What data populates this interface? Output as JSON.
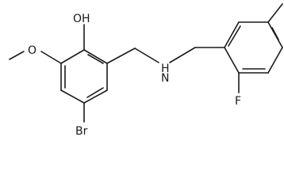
{
  "structure": {
    "atoms": {
      "hydroxyl": "OH",
      "methoxy_oxygen": "O",
      "bromine": "Br",
      "amine": "H",
      "amine_n": "N",
      "fluorine": "F"
    }
  }
}
